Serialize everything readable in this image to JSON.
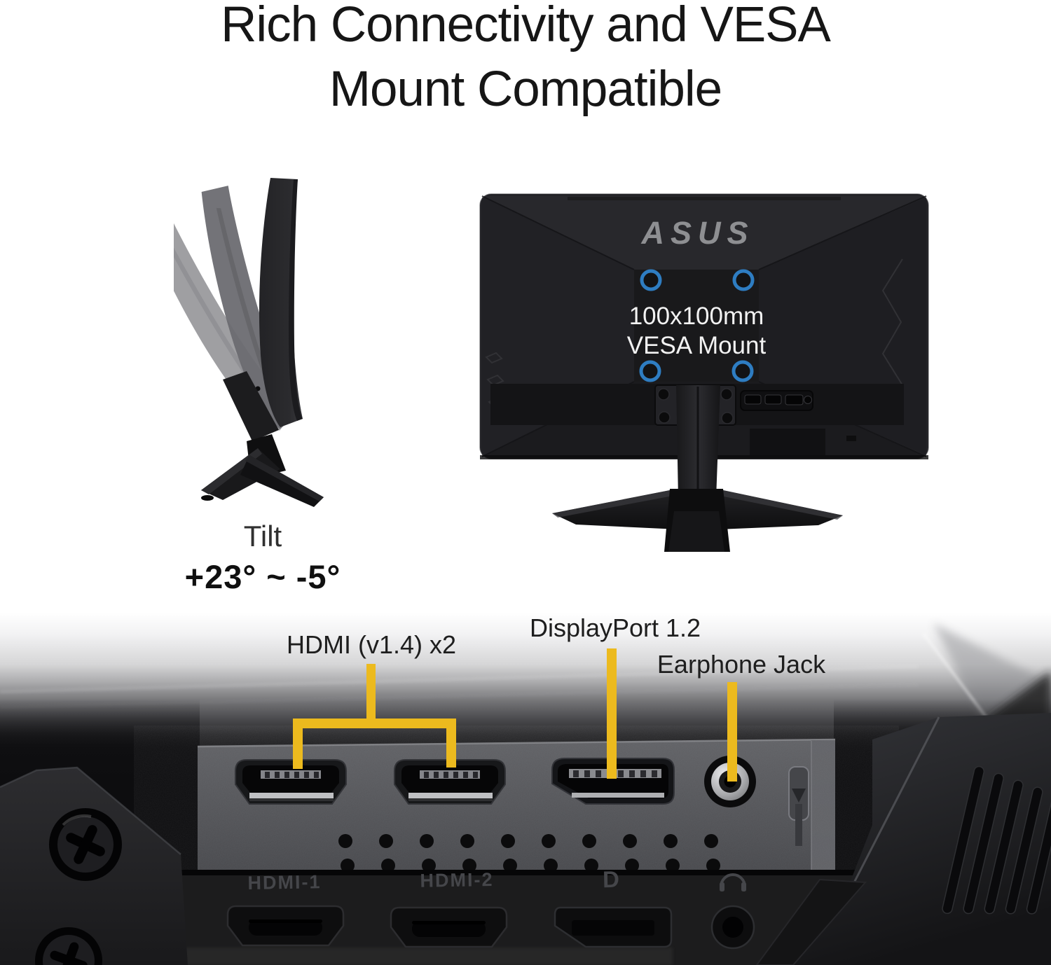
{
  "title": {
    "line1": "Rich Connectivity and VESA",
    "line2": "Mount Compatible"
  },
  "tilt": {
    "label": "Tilt",
    "range": "+23° ~ -5°"
  },
  "back_monitor": {
    "brand": "ASUS",
    "vesa_line1": "100x100mm",
    "vesa_line2": "VESA Mount"
  },
  "callouts": {
    "hdmi": "HDMI (v1.4) x2",
    "displayport": "DisplayPort 1.2",
    "earphone": "Earphone Jack"
  },
  "embossed": {
    "hdmi1": "HDMI-1",
    "hdmi2": "HDMI-2",
    "dp_logo": "D"
  },
  "icons": {
    "displayport_logo": "displayport-logo-icon",
    "headphone": "headphone-icon",
    "vesa_holes": "vesa-hole-icon"
  },
  "colors": {
    "callout_yellow": "#ECBA1E",
    "vesa_blue": "#2E7DC2",
    "asus_logo_gray": "#8E8F92",
    "title_text": "#161616",
    "vesa_text": "#F2F2F2"
  }
}
